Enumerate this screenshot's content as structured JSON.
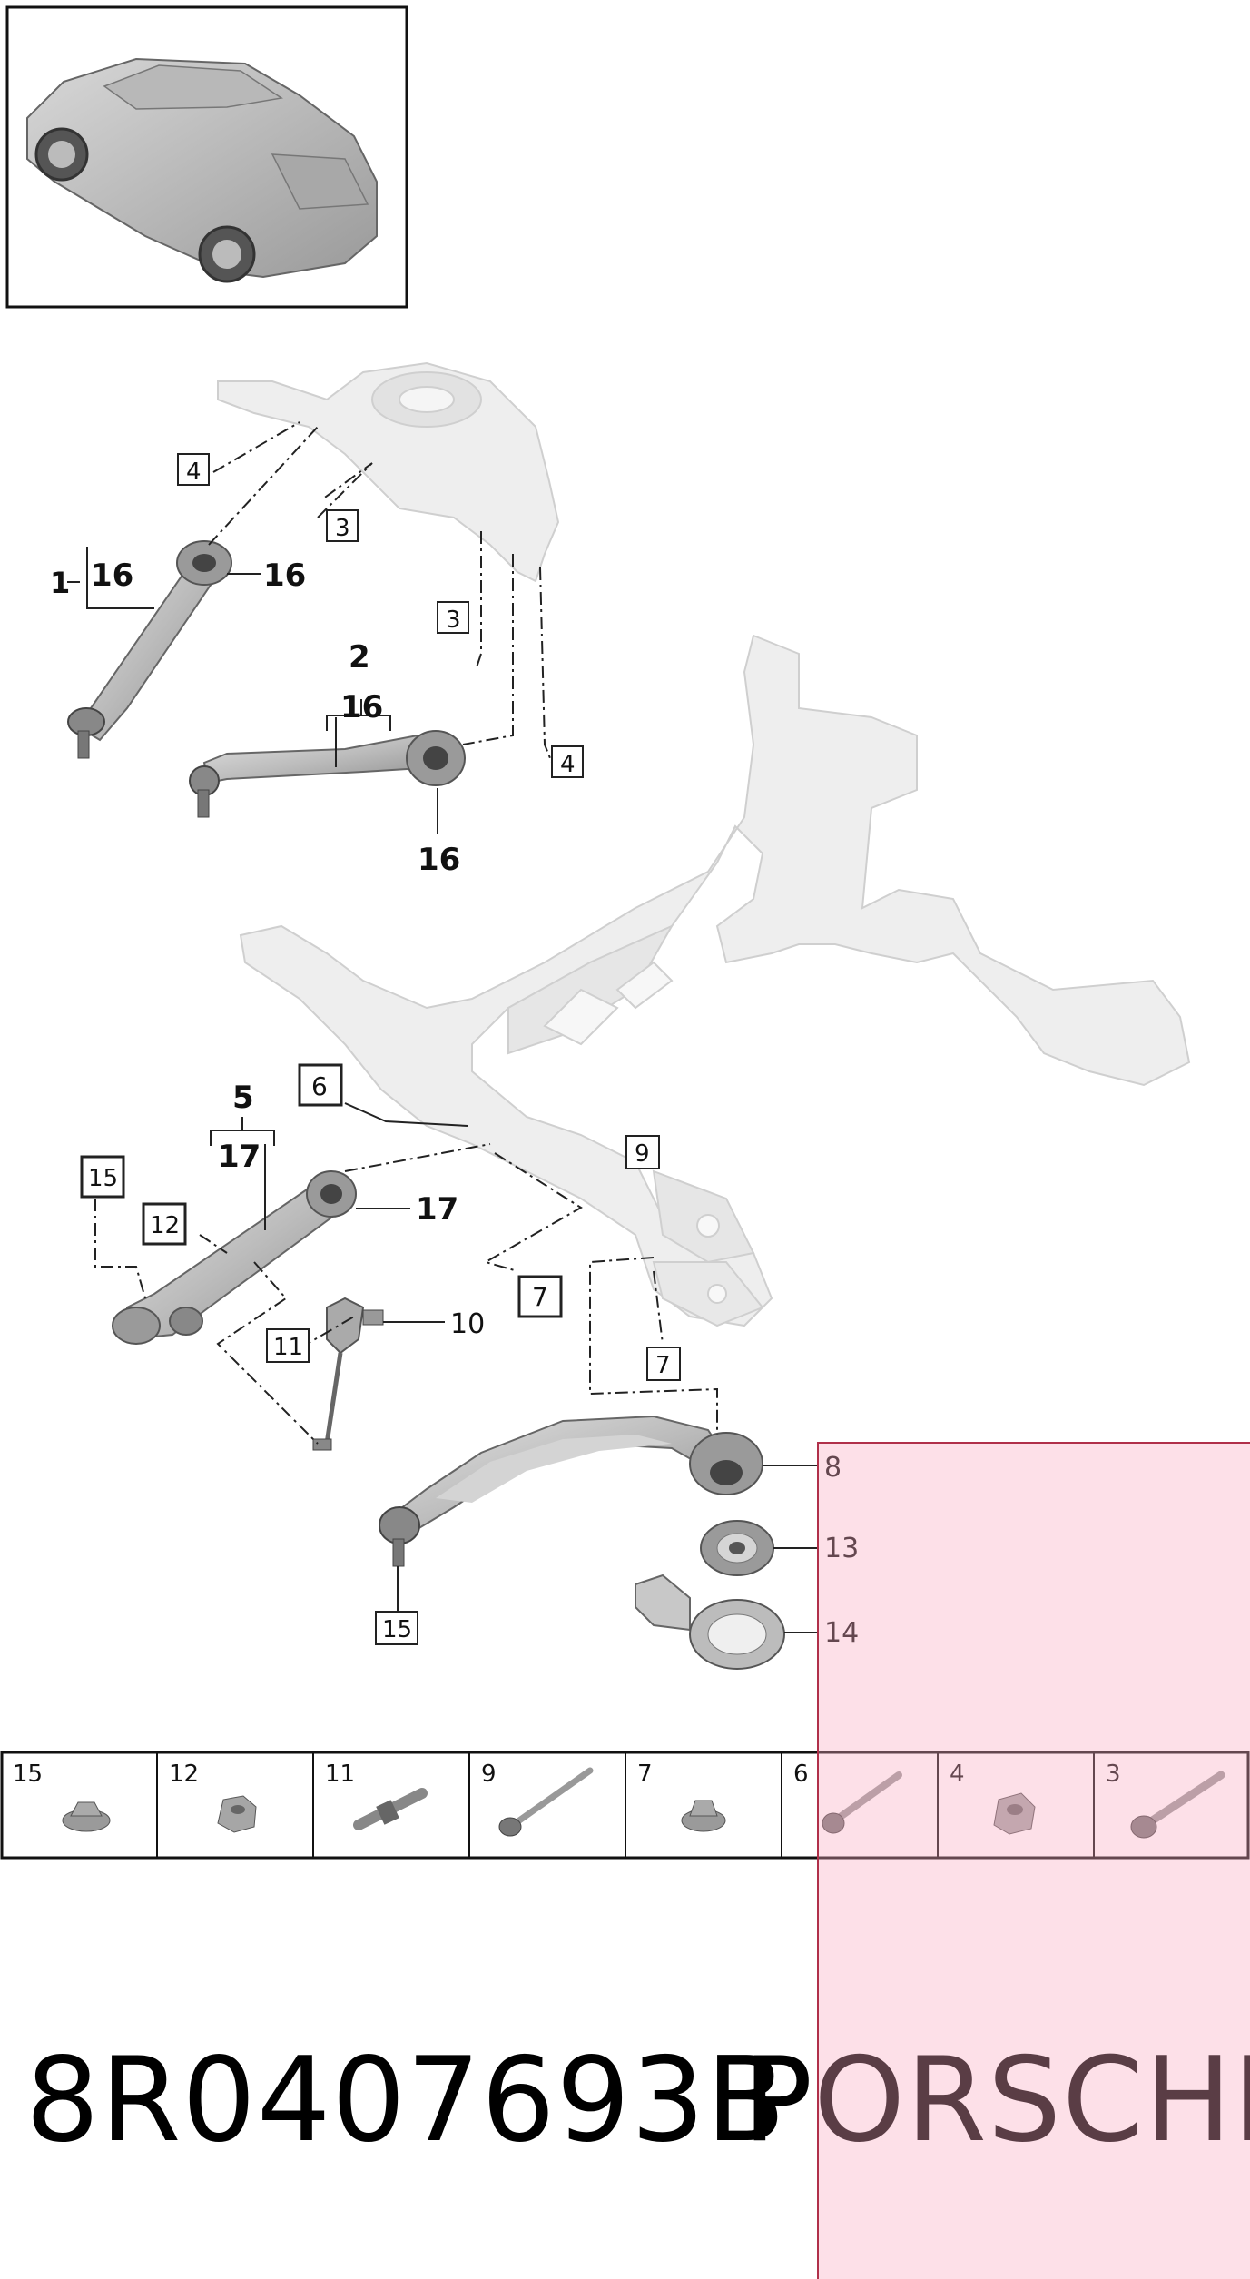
{
  "callouts": {
    "c1": "1",
    "c2": "2",
    "c3a": "3",
    "c3b": "3",
    "c4a": "4",
    "c4b": "4",
    "c5": "5",
    "c6": "6",
    "c7a": "7",
    "c7b": "7",
    "c8": "8",
    "c9": "9",
    "c10": "10",
    "c11": "11",
    "c12": "12",
    "c13": "13",
    "c14": "14",
    "c15a": "15",
    "c15b": "15",
    "c16a": "16",
    "c16b": "16",
    "c16c": "16",
    "c16d": "16",
    "c17a": "17",
    "c17b": "17"
  },
  "parts_strip": [
    {
      "label": "15",
      "icon": "flange-nut-icon"
    },
    {
      "label": "12",
      "icon": "hex-nut-icon"
    },
    {
      "label": "11",
      "icon": "stud-bolt-icon"
    },
    {
      "label": "9",
      "icon": "long-bolt-icon"
    },
    {
      "label": "7",
      "icon": "flange-nut-icon"
    },
    {
      "label": "6",
      "icon": "bolt-icon"
    },
    {
      "label": "4",
      "icon": "hex-nut-icon"
    },
    {
      "label": "3",
      "icon": "bolt-icon"
    }
  ],
  "footer": {
    "part_number": "8R0407693B",
    "brand": "PORSCHE"
  },
  "colors": {
    "highlight": "#f9c5d0",
    "highlight_border": "#b0304a",
    "part_fill": "#e6e6e6",
    "part_stroke": "#bdbdbd",
    "arm_fill": "#c9c9c9"
  }
}
